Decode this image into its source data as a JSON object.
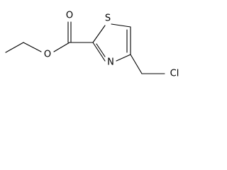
{
  "molecule": {
    "atoms": {
      "carbonyl_oxygen": "O",
      "ester_oxygen": "O",
      "ring_sulfur": "S",
      "ring_nitrogen": "N",
      "chlorine": "Cl"
    }
  }
}
